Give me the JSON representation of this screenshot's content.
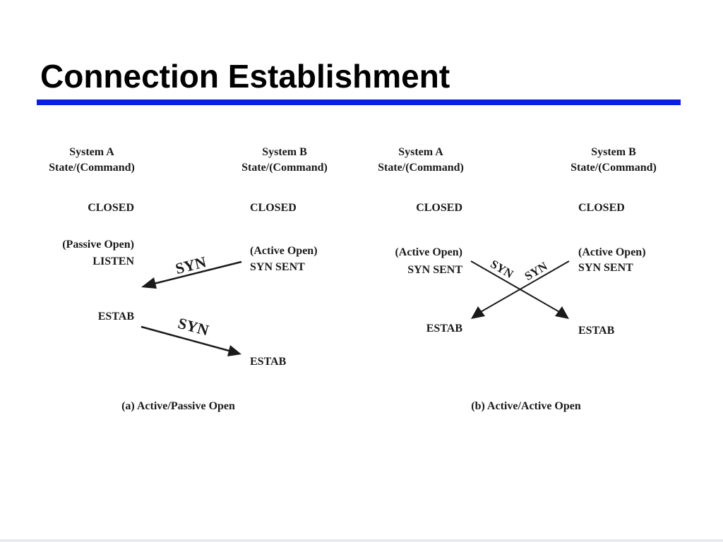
{
  "title": "Connection Establishment",
  "colors": {
    "title_rule": "#0b1fe0",
    "ink": "#1a1a1a",
    "bottom_strip": "#e8eaf0"
  },
  "panel_a": {
    "system_a_header": "System A",
    "system_a_subheader": "State/(Command)",
    "system_b_header": "System B",
    "system_b_subheader": "State/(Command)",
    "a_closed": "CLOSED",
    "b_closed": "CLOSED",
    "a_command": "(Passive Open)",
    "a_listen": "LISTEN",
    "b_command": "(Active Open)",
    "b_syn_sent": "SYN SENT",
    "a_estab": "ESTAB",
    "b_estab": "ESTAB",
    "msg_1": "SYN",
    "msg_2": "SYN",
    "caption": "(a) Active/Passive Open"
  },
  "panel_b": {
    "system_a_header": "System A",
    "system_a_subheader": "State/(Command)",
    "system_b_header": "System B",
    "system_b_subheader": "State/(Command)",
    "a_closed": "CLOSED",
    "b_closed": "CLOSED",
    "a_command": "(Active Open)",
    "a_syn_sent": "SYN SENT",
    "b_command": "(Active Open)",
    "b_syn_sent": "SYN SENT",
    "a_estab": "ESTAB",
    "b_estab": "ESTAB",
    "msg_a_to_b": "SYN",
    "msg_b_to_a": "SYN",
    "caption": "(b) Active/Active Open"
  }
}
